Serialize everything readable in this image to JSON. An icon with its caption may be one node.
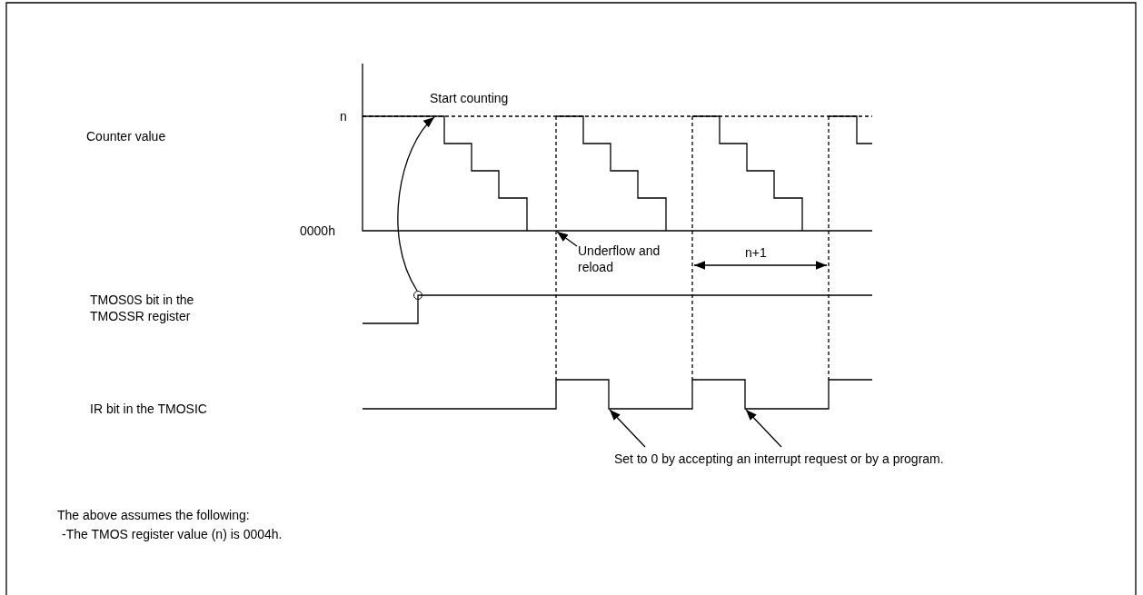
{
  "diagram": {
    "nodes": [
      {
        "text": [],
        "shape": "circle"
      },
      {
        "text": [
          "Underflow and reload"
        ]
      },
      {
        "text": [
          "Set to 0 by accepting an interrupt request or by a program."
        ]
      },
      {
        "text": [],
        "shape": "line"
      },
      {
        "text": [],
        "shape": "line"
      }
    ],
    "edges": [
      {
        "from": 0,
        "to": 3,
        "arrow": "to"
      },
      {
        "from": 1,
        "to": 3,
        "arrow": "to"
      },
      {
        "from": 2,
        "to": 4,
        "arrow": "to"
      },
      {
        "from": 2,
        "to": 4,
        "arrow": "to"
      },
      {
        "from": 3,
        "to": 4,
        "arrow": "none",
        "style": "dashed"
      },
      {
        "from": 3,
        "to": 4,
        "arrow": "none",
        "style": "dashed"
      },
      {
        "from": 3,
        "to": 4,
        "arrow": "none",
        "style": "dashed"
      }
    ],
    "labels": [
      "n",
      "Counter value",
      "Start counting",
      "0000h",
      "n+1",
      "TMOS0S bit in the TMOSSR register",
      "IR bit in the TMOSIC",
      "The above assumes the following:",
      "-The TMOS register value (n) is 0004h."
    ]
  }
}
